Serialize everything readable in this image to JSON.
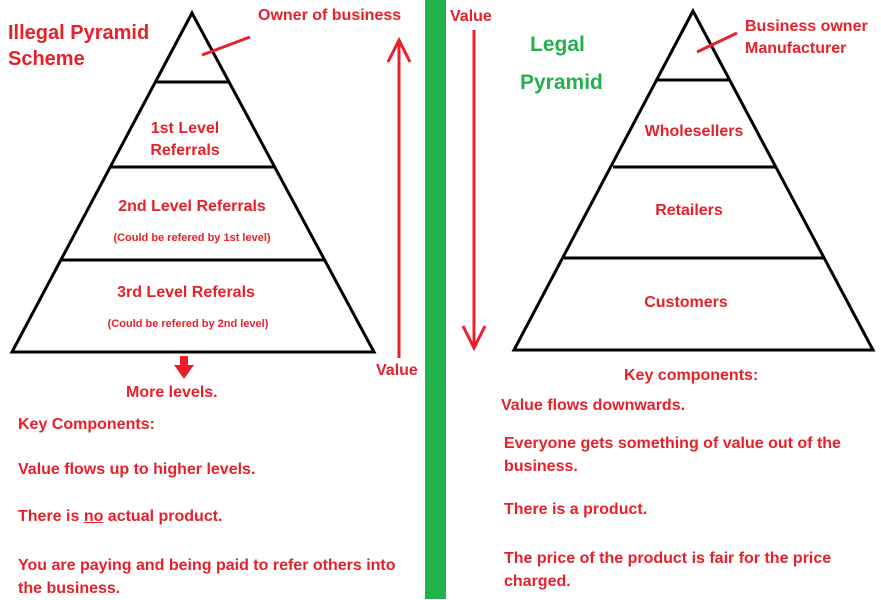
{
  "illegal": {
    "title_line1": "Illegal Pyramid",
    "title_line2": "Scheme",
    "owner_label": "Owner of business",
    "level1_line1": "1st Level",
    "level1_line2": "Referrals",
    "level2_label": "2nd Level Referrals",
    "level2_note": "(Could be refered by 1st level)",
    "level3_label": "3rd Level Referals",
    "level3_note": "(Could be refered by 2nd level)",
    "more_levels": "More levels.",
    "value_top": "Value",
    "value_bottom": "Value",
    "key_heading": "Key Components:",
    "point1": "Value flows up to higher levels.",
    "point2_pre": "There is ",
    "point2_emph": "no",
    "point2_post": " actual product.",
    "point3_line1": "You are paying and being paid to refer others into",
    "point3_line2": "the business."
  },
  "legal": {
    "title_line1": "Legal",
    "title_line2": "Pyramid",
    "owner_line1": "Business owner",
    "owner_line2": "Manufacturer",
    "level1": "Wholesellers",
    "level2": "Retailers",
    "level3": "Customers",
    "key_heading": "Key components:",
    "point1": "Value flows downwards.",
    "point2_line1": "Everyone gets something of value out of the",
    "point2_line2": "business.",
    "point3": "There is a product.",
    "point4_line1": "The price of the product is fair for the price",
    "point4_line2": "charged."
  },
  "colors": {
    "text": "#e8202a",
    "legal_title": "#22b14c",
    "divider": "#22b14c",
    "outline": "#000000"
  }
}
